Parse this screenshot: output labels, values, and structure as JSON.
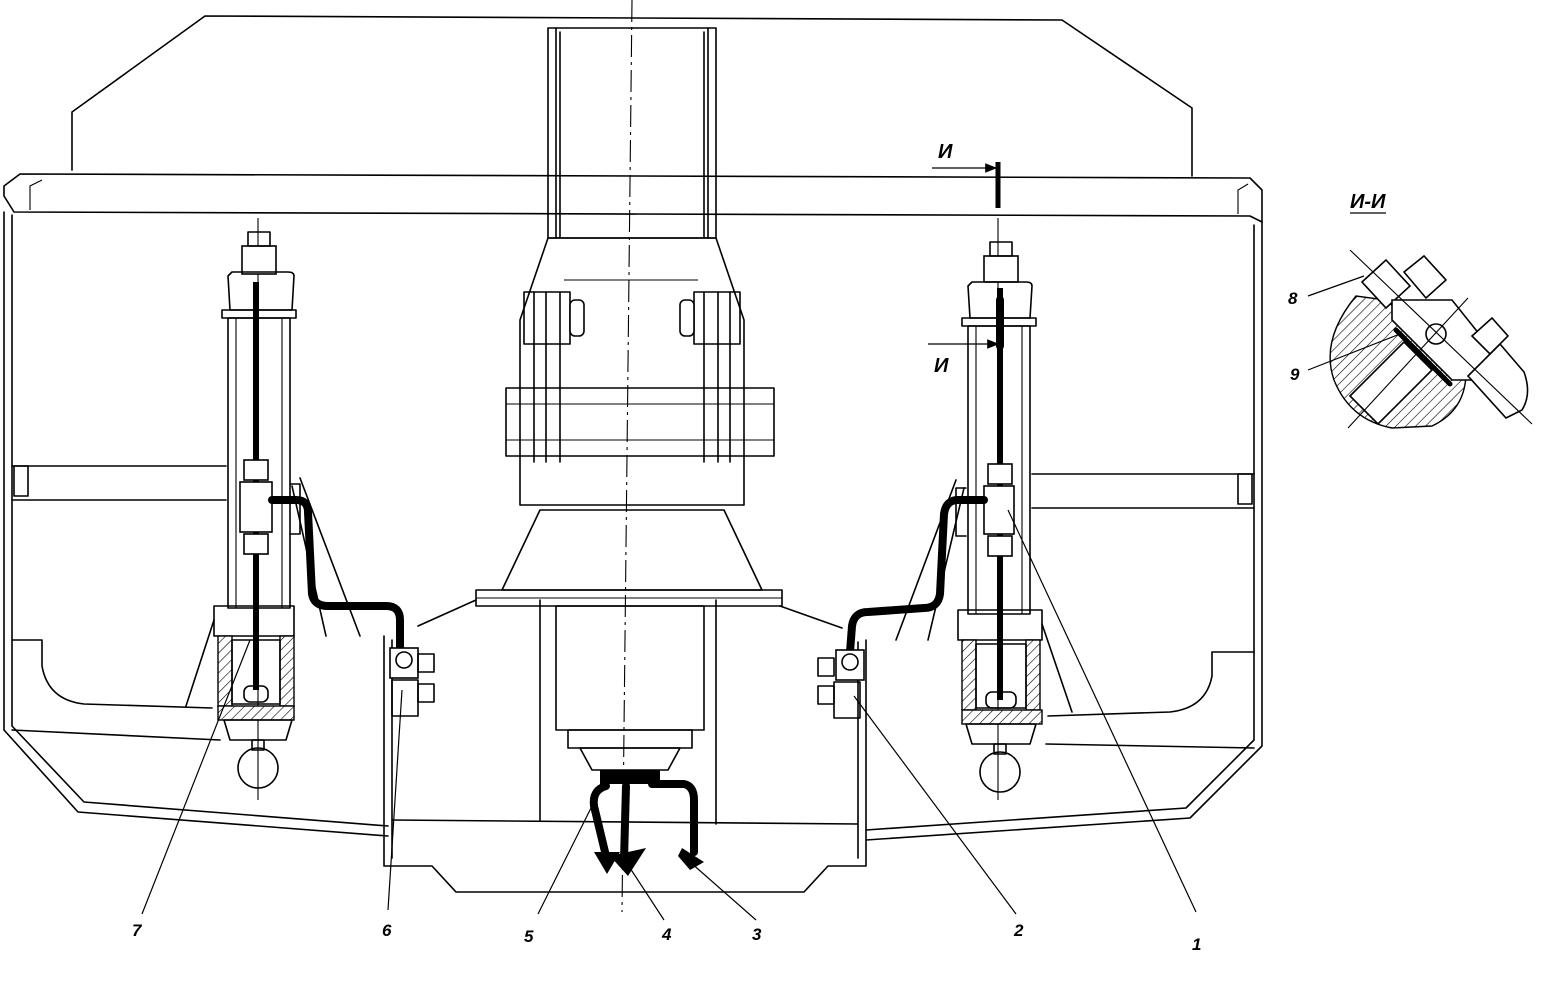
{
  "callouts": {
    "c1": "1",
    "c2": "2",
    "c3": "3",
    "c4": "4",
    "c5": "5",
    "c6": "6",
    "c7": "7",
    "c8": "8",
    "c9": "9"
  },
  "section": {
    "marker_top": "И",
    "marker_bottom": "И",
    "title": "И-И"
  },
  "colors": {
    "stroke": "#000000",
    "background": "#ffffff"
  }
}
